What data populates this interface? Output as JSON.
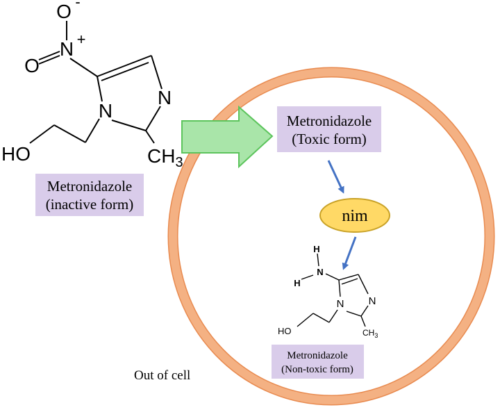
{
  "inactive_molecule": {
    "atom_o_top": "O",
    "charge_minus": "-",
    "atom_n_nitro": "N",
    "charge_plus": "+",
    "atom_o_left": "O",
    "atom_n1": "N",
    "atom_n3": "N",
    "atom_ho": "HO",
    "atom_ch": "CH",
    "sub_3": "3"
  },
  "inactive_label": {
    "line1": "Metronidazole",
    "line2": "(inactive form)"
  },
  "toxic_label": {
    "line1": "Metronidazole",
    "line2": "(Toxic form)"
  },
  "enzyme": {
    "label": "nim"
  },
  "nontoxic_molecule": {
    "atom_h_top": "H",
    "atom_h_left": "H",
    "atom_n_amino": "N",
    "atom_n1": "N",
    "atom_n3": "N",
    "atom_ho": "HO",
    "atom_ch": "CH",
    "sub_3": "3"
  },
  "nontoxic_label": {
    "line1": "Metronidazole",
    "line2": "(Non-toxic form)"
  },
  "outside_label": "Out of cell",
  "colors": {
    "cell_membrane": "#f4b183",
    "cell_outline": "#e88a4f",
    "entry_arrow": "#a9e5a9",
    "entry_arrow_stroke": "#5cc45c",
    "step_arrow": "#4472c4",
    "enzyme_fill": "#ffd966",
    "enzyme_stroke": "#c9a227",
    "label_box": "#d9ccea"
  }
}
